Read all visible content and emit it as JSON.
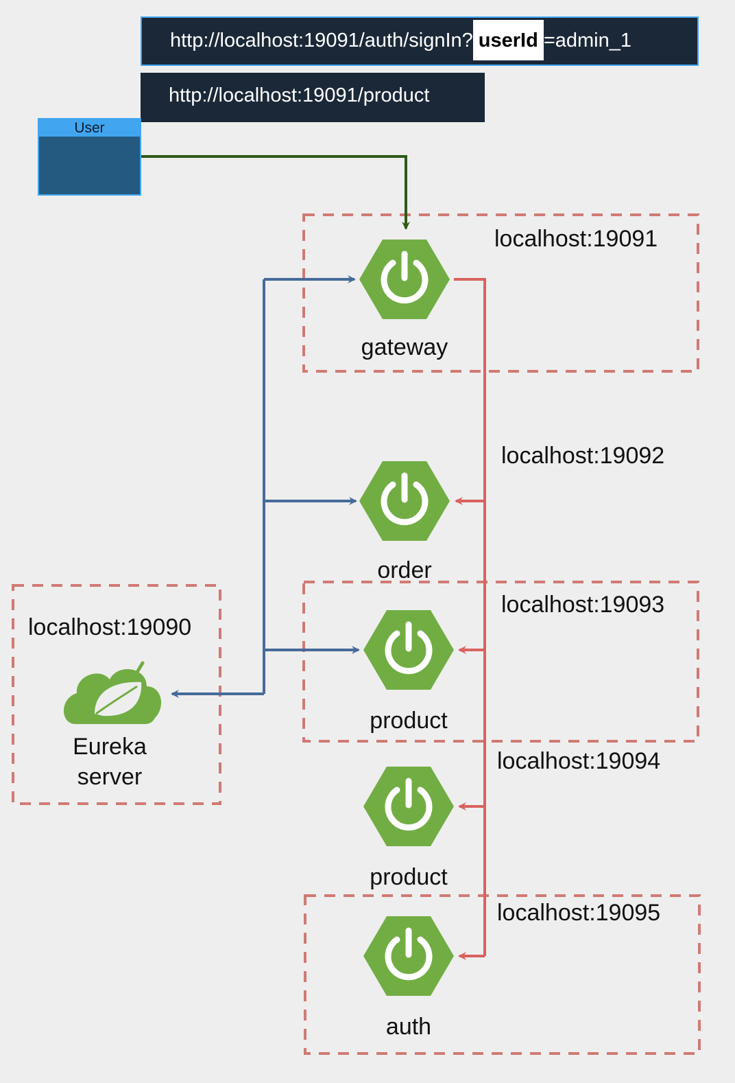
{
  "urls": {
    "signin_prefix": "http://localhost:19091/auth/signIn?",
    "signin_param": "userId",
    "signin_suffix": "=admin_1",
    "product": "http://localhost:19091/product"
  },
  "user": {
    "label": "User"
  },
  "services": {
    "gateway": {
      "label": "gateway",
      "port": "localhost:19091"
    },
    "order": {
      "label": "order",
      "port": "localhost:19092"
    },
    "product1": {
      "label": "product",
      "port": "localhost:19093"
    },
    "product2": {
      "label": "product",
      "port": "localhost:19094"
    },
    "auth": {
      "label": "auth",
      "port": "localhost:19095"
    }
  },
  "eureka": {
    "port": "localhost:19090",
    "line1": "Eureka",
    "line2": "server"
  },
  "colors": {
    "service_hex": "#72ad44",
    "boundary": "#d07a74",
    "blue_arrow": "#466a9a",
    "red_arrow": "#d9625e",
    "green_arrow": "#2e5a17",
    "url_bg": "#1b2838",
    "user_bg": "#245a80",
    "user_accent": "#41a5f0"
  },
  "icons": {
    "service": "spring-power-icon",
    "eureka": "spring-leaf-cloud-icon",
    "user": "user-silhouette-icon"
  }
}
